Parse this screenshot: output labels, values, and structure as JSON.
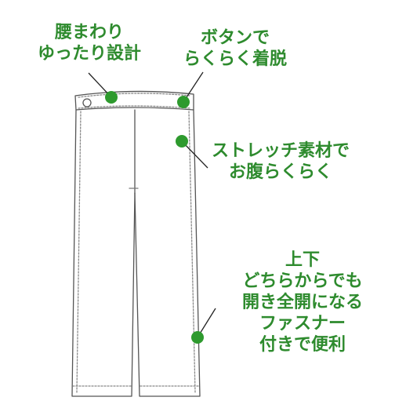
{
  "accent_color": "#2e8b2e",
  "garment": "pants",
  "callouts": {
    "waist": {
      "lines": [
        "腰まわり",
        "ゆったり設計"
      ]
    },
    "button": {
      "lines": [
        "ボタンで",
        "らくらく着脱"
      ]
    },
    "stretch": {
      "lines": [
        "ストレッチ素材で",
        "お腹らくらく"
      ]
    },
    "zipper": {
      "lines": [
        "上下",
        "どちらからでも",
        "開き全開になる",
        "ファスナー",
        "付きで便利"
      ]
    }
  }
}
